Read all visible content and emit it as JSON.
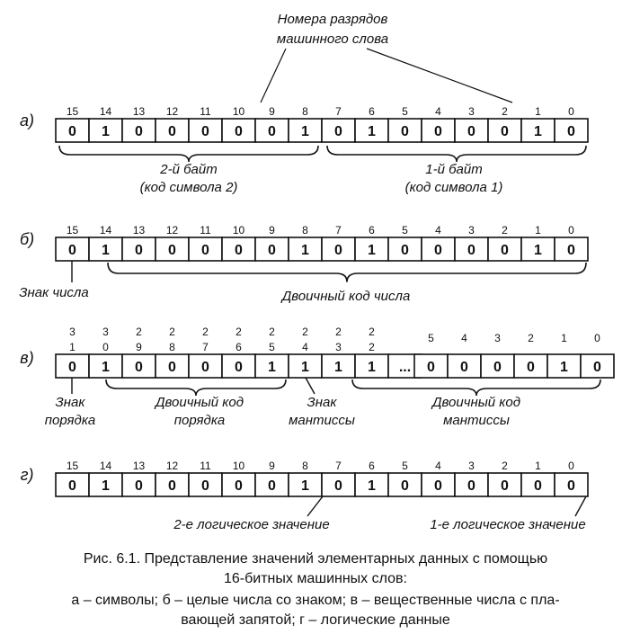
{
  "header_label_line1": "Номера разрядов",
  "header_label_line2": "машинного слова",
  "panels": [
    {
      "letter": "а)",
      "bit_numbers": [
        "15",
        "14",
        "13",
        "12",
        "11",
        "10",
        "9",
        "8",
        "7",
        "6",
        "5",
        "4",
        "3",
        "2",
        "1",
        "0"
      ],
      "bits": [
        "0",
        "1",
        "0",
        "0",
        "0",
        "0",
        "0",
        "1",
        "0",
        "1",
        "0",
        "0",
        "0",
        "0",
        "1",
        "0"
      ],
      "labels": {
        "left_line1": "2-й байт",
        "left_line2": "(код символа 2)",
        "right_line1": "1-й байт",
        "right_line2": "(код символа 1)"
      }
    },
    {
      "letter": "б)",
      "bit_numbers": [
        "15",
        "14",
        "13",
        "12",
        "11",
        "10",
        "9",
        "8",
        "7",
        "6",
        "5",
        "4",
        "3",
        "2",
        "1",
        "0"
      ],
      "bits": [
        "0",
        "1",
        "0",
        "0",
        "0",
        "0",
        "0",
        "1",
        "0",
        "1",
        "0",
        "0",
        "0",
        "0",
        "1",
        "0"
      ],
      "labels": {
        "sign": "Знак числа",
        "code": "Двоичный код числа"
      }
    },
    {
      "letter": "в)",
      "bit_numbers_top": [
        "3",
        "3",
        "2",
        "2",
        "2",
        "2",
        "2",
        "2",
        "2",
        "",
        "",
        "",
        "",
        "",
        "",
        ""
      ],
      "bit_numbers_bottom": [
        "1",
        "0",
        "9",
        "8",
        "7",
        "6",
        "5",
        "4",
        "3",
        "2",
        "",
        "5",
        "4",
        "3",
        "2",
        "1",
        "0"
      ],
      "bits": [
        "0",
        "1",
        "0",
        "0",
        "0",
        "0",
        "1",
        "1",
        "1",
        "1",
        "...",
        "0",
        "0",
        "0",
        "0",
        "1",
        "0"
      ],
      "labels": {
        "order_sign_line1": "Знак",
        "order_sign_line2": "порядка",
        "order_code_line1": "Двоичный код",
        "order_code_line2": "порядка",
        "mant_sign_line1": "Знак",
        "mant_sign_line2": "мантиссы",
        "mant_code_line1": "Двоичный код",
        "mant_code_line2": "мантиссы"
      }
    },
    {
      "letter": "г)",
      "bit_numbers": [
        "15",
        "14",
        "13",
        "12",
        "11",
        "10",
        "9",
        "8",
        "7",
        "6",
        "5",
        "4",
        "3",
        "2",
        "1",
        "0"
      ],
      "bits": [
        "0",
        "1",
        "0",
        "0",
        "0",
        "0",
        "0",
        "1",
        "0",
        "1",
        "0",
        "0",
        "0",
        "0",
        "0",
        "0"
      ],
      "labels": {
        "left": "2-е логическое значение",
        "right": "1-е логическое значение"
      }
    }
  ],
  "caption": {
    "line1": "Рис. 6.1. Представление значений элементарных данных с помощью",
    "line2": "16-битных машинных слов:",
    "line3": "а – символы; б – целые числа со знаком; в – вещественные числа с пла-",
    "line4": "вающей запятой; г – логические данные"
  }
}
